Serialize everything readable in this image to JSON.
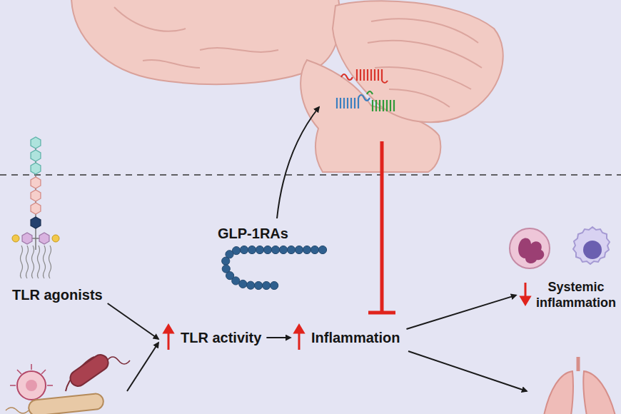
{
  "diagram": {
    "nodes": [
      {
        "text": [
          "TLR agonists"
        ]
      },
      {
        "text": [
          "GLP-1RAs"
        ]
      },
      {
        "text": [
          "TLR activity"
        ]
      },
      {
        "text": [
          "Inflammation"
        ]
      },
      {
        "text": [
          "Systemic inflammation"
        ]
      }
    ],
    "edges": [
      {
        "from": 0,
        "to": 2,
        "arrow": "to"
      },
      {
        "from": 2,
        "to": 3,
        "arrow": "to"
      },
      {
        "from": 3,
        "to": 4,
        "arrow": "to"
      }
    ]
  }
}
